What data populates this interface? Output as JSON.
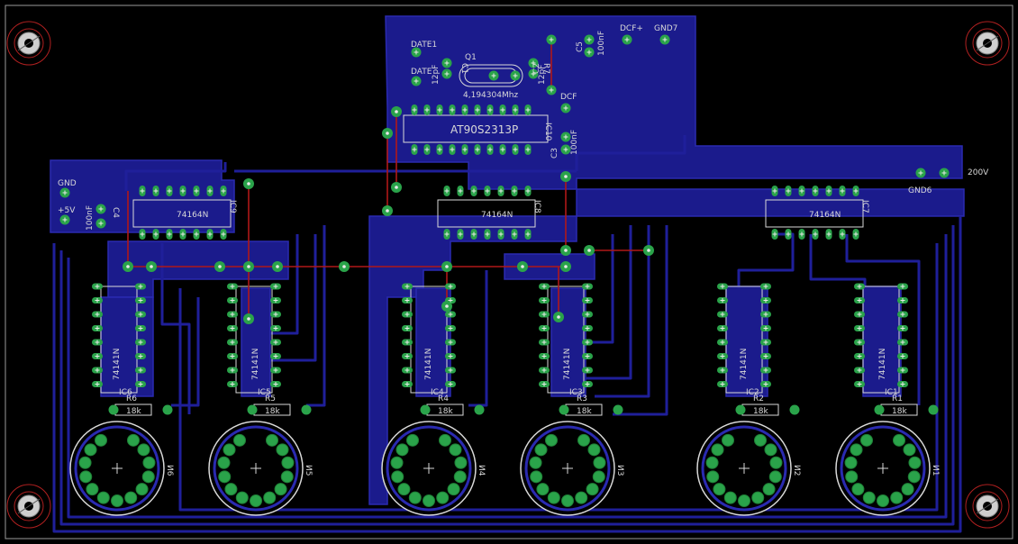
{
  "colors": {
    "background": "#000000",
    "copper": "#1b1b8c",
    "trace": "#1f1f9a",
    "pad": "#2aa34a",
    "pad_hole": "#e8e8e8",
    "silk": "#d8d8d8",
    "jumper": "#b01818",
    "outline": "#9a9a9a"
  },
  "labels": {
    "mcu": "AT90S2313P",
    "mcu_ref": "IC10",
    "crystal": "Q1",
    "crystal_freq": "4,194304Mhz",
    "date1": "DATE1",
    "date2": "DATE",
    "dcf": "DCF",
    "dcf_plus": "DCF+",
    "gnd7": "GND7",
    "gnd": "GND",
    "plus5v": "+5V",
    "gnd6": "GND6",
    "v200": "200V",
    "c1": "C1",
    "c2": "C2",
    "c3": "C3",
    "c4": "C4",
    "c5": "C5",
    "cap_12pf": "12pF",
    "cap_100nf": "100nF",
    "r7": "R7",
    "shift_part": "74164N",
    "shift_refs": [
      "IC9",
      "IC8",
      "IC7"
    ],
    "decoder_part": "74141N",
    "decoder_refs": [
      "IC6",
      "IC5",
      "IC4",
      "IC3",
      "IC2",
      "IC1"
    ],
    "resistor_refs": [
      "R6",
      "R5",
      "R4",
      "R3",
      "R2",
      "R1"
    ],
    "resistor_value": "18k",
    "tube_refs": [
      "И6",
      "И5",
      "И4",
      "И3",
      "И2",
      "И1"
    ]
  }
}
